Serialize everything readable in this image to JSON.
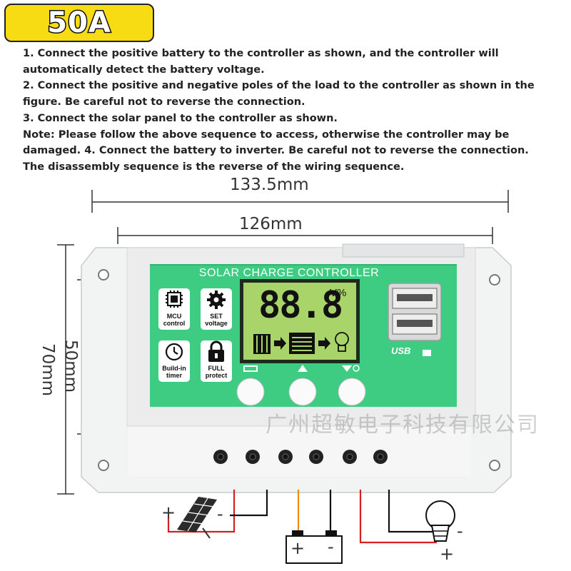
{
  "badge": {
    "text": "50A"
  },
  "instructions": [
    "1. Connect the positive battery to the controller as shown, and the controller will",
    " automatically detect the battery voltage.",
    "2. Connect the positive and negative poles of the load to the controller as shown in the",
    " figure. Be careful not to reverse the connection.",
    "3. Connect the solar panel to the controller as shown.",
    "Note: Please follow the above sequence to access, otherwise the controller may be",
    "damaged.  4. Connect the battery to inverter. Be careful not to reverse the connection.",
    "The disassembly sequence is the reverse of the wiring sequence."
  ],
  "dimensions": {
    "overall_width": "133.5mm",
    "inner_width": "126mm",
    "inner_height": "50mm",
    "overall_height": "70mm"
  },
  "controller": {
    "title": "SOLAR CHARGE CONTROLLER",
    "display_value": "88.8",
    "display_unit": "V%",
    "usb_label": "USB",
    "icons": [
      {
        "name": "mcu-icon",
        "label_line1": "MCU",
        "label_line2": "control"
      },
      {
        "name": "gear-icon",
        "label_line1": "SET",
        "label_line2": "voltage"
      },
      {
        "name": "clock-icon",
        "label_line1": "Build-in",
        "label_line2": "timer"
      },
      {
        "name": "lock-icon",
        "label_line1": "FULL",
        "label_line2": "protect"
      }
    ]
  },
  "wiring": {
    "solar_plus": "+",
    "solar_minus": "-",
    "battery_plus": "+",
    "battery_minus": "-",
    "load_minus": "-",
    "load_plus": "+"
  },
  "watermark": "广州超敏电子科技有限公司",
  "colors": {
    "panel_green": "#3dcc82",
    "case_white": "#f2f3f3",
    "lcd_green": "#a8d46a",
    "badge_yellow": "#f7dc14",
    "wire_red": "#d42020",
    "wire_orange": "#f08a10",
    "wire_black": "#111111"
  }
}
